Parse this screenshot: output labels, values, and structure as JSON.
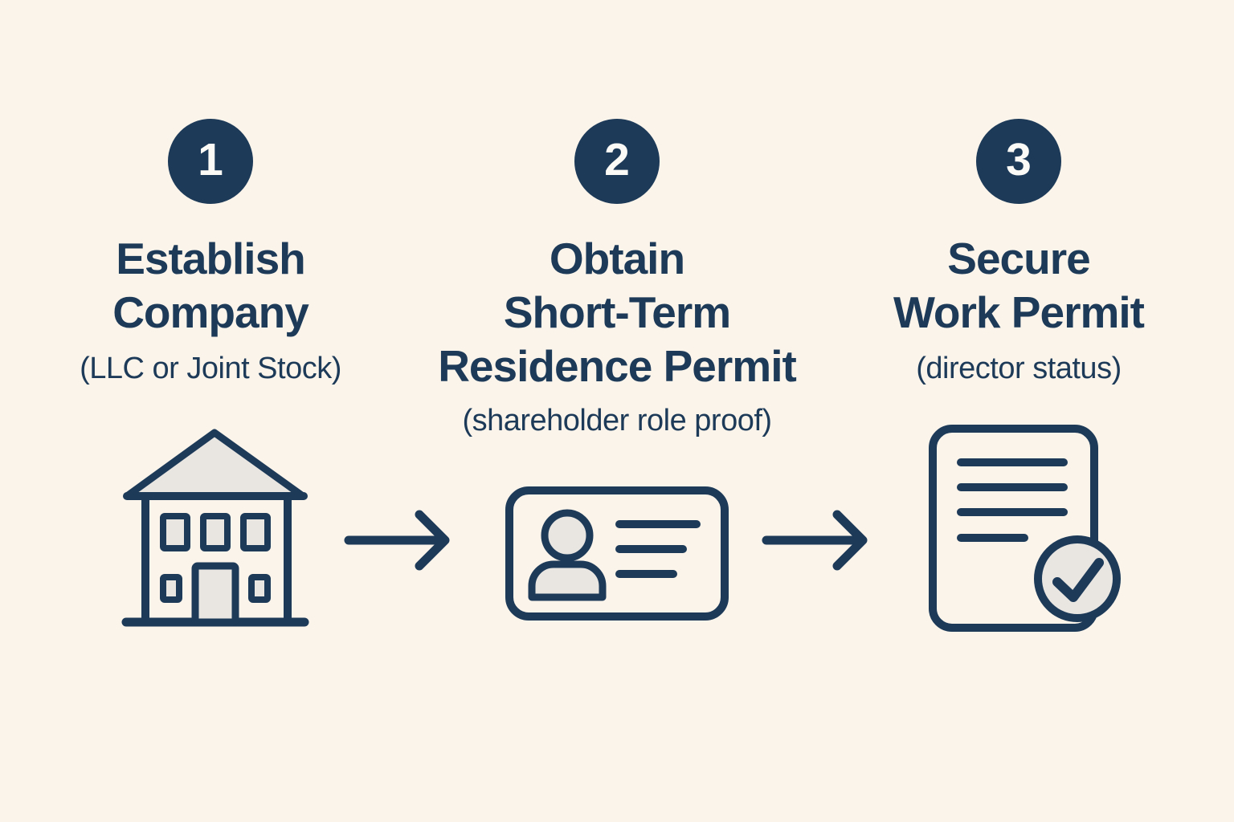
{
  "infographic": {
    "type": "process-flow",
    "colors": {
      "background": "#faf4eb",
      "navy": "#1d3a58",
      "icon_fill_gray": "#e9e6e2",
      "number_white": "#fbfaf7"
    },
    "steps": [
      {
        "number": "1",
        "title": "Establish\nCompany",
        "subtitle": "(LLC or Joint Stock)",
        "icon": "building-icon"
      },
      {
        "number": "2",
        "title": "Obtain\nShort-Term\nResidence Permit",
        "subtitle": "(shareholder role proof)",
        "icon": "id-card-icon"
      },
      {
        "number": "3",
        "title": "Secure\nWork Permit",
        "subtitle": "(director status)",
        "icon": "document-check-icon"
      }
    ],
    "connectors": [
      {
        "icon": "arrow-right-icon"
      },
      {
        "icon": "arrow-right-icon"
      }
    ]
  }
}
